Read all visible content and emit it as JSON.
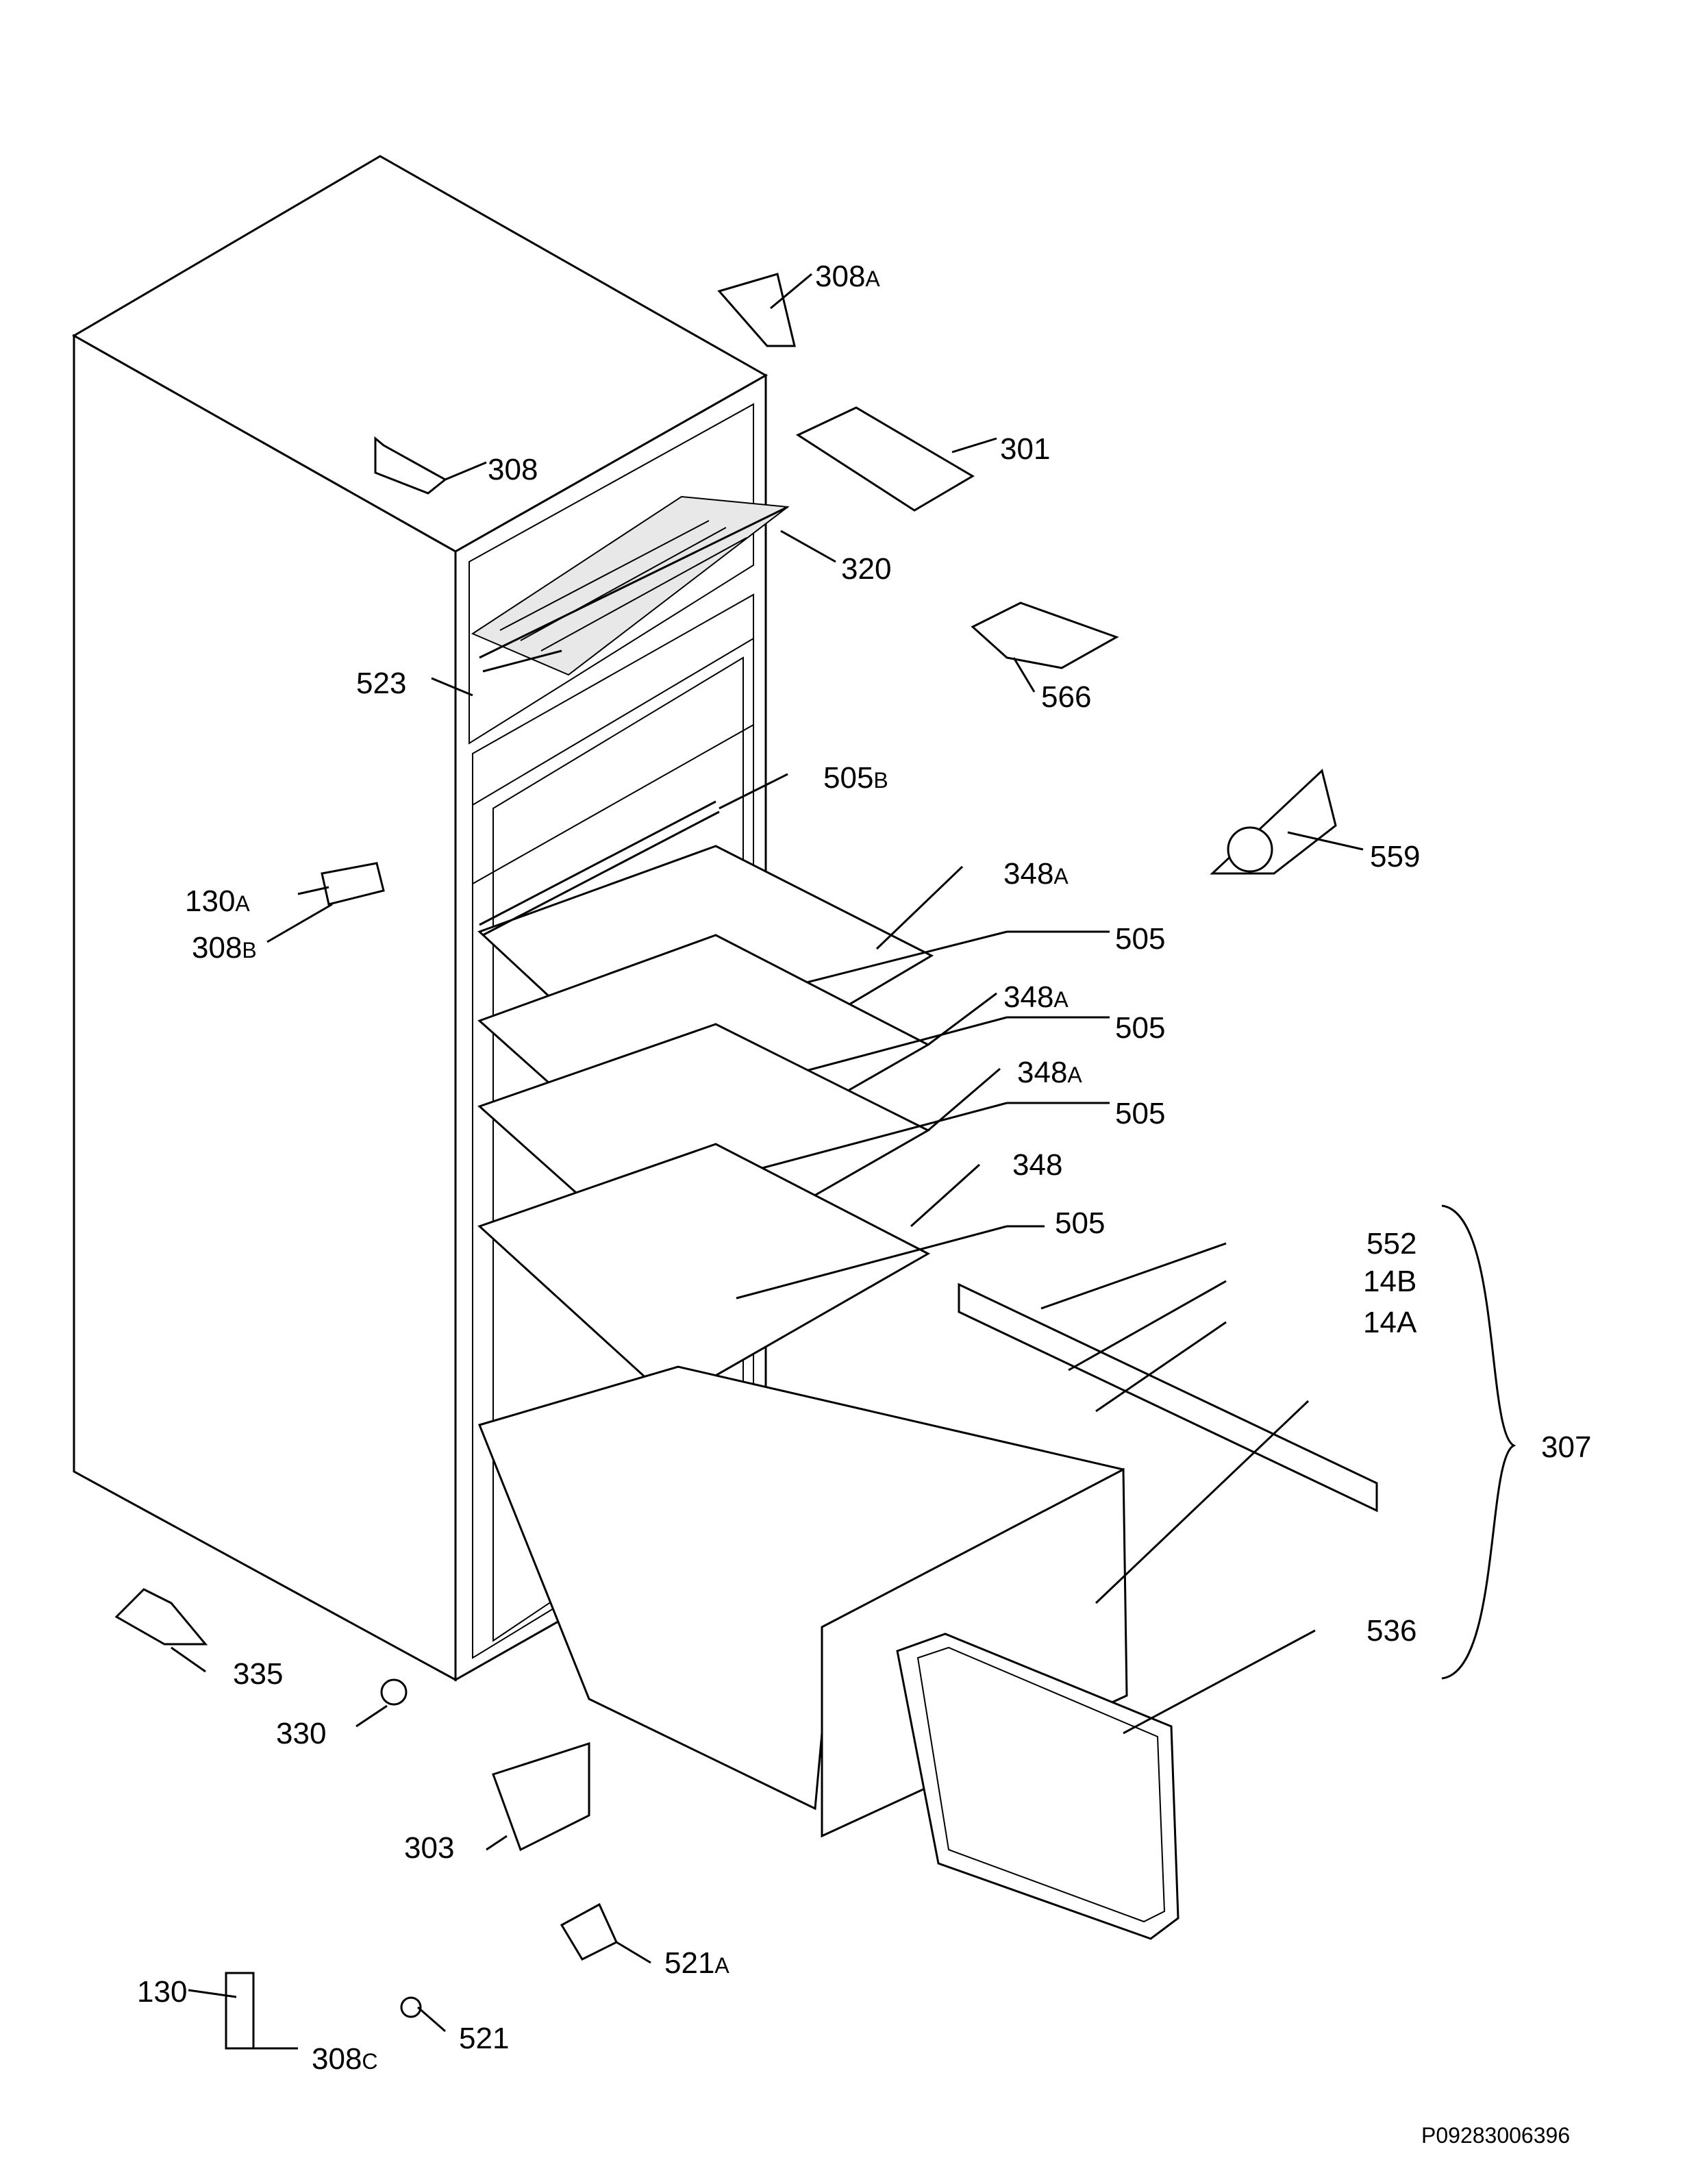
{
  "diagram": {
    "callouts": [
      {
        "id": "c-308A",
        "number": "308",
        "suffix": "A"
      },
      {
        "id": "c-301",
        "number": "301",
        "suffix": ""
      },
      {
        "id": "c-308",
        "number": "308",
        "suffix": ""
      },
      {
        "id": "c-320",
        "number": "320",
        "suffix": ""
      },
      {
        "id": "c-523",
        "number": "523",
        "suffix": ""
      },
      {
        "id": "c-566",
        "number": "566",
        "suffix": ""
      },
      {
        "id": "c-505B",
        "number": "505",
        "suffix": "B"
      },
      {
        "id": "c-559",
        "number": "559",
        "suffix": ""
      },
      {
        "id": "c-348A-1",
        "number": "348",
        "suffix": "A"
      },
      {
        "id": "c-130A",
        "number": "130",
        "suffix": "A"
      },
      {
        "id": "c-308B",
        "number": "308",
        "suffix": "B"
      },
      {
        "id": "c-505-1",
        "number": "505",
        "suffix": ""
      },
      {
        "id": "c-348A-2",
        "number": "348",
        "suffix": "A"
      },
      {
        "id": "c-505-2",
        "number": "505",
        "suffix": ""
      },
      {
        "id": "c-348A-3",
        "number": "348",
        "suffix": "A"
      },
      {
        "id": "c-505-3",
        "number": "505",
        "suffix": ""
      },
      {
        "id": "c-348",
        "number": "348",
        "suffix": ""
      },
      {
        "id": "c-505-4",
        "number": "505",
        "suffix": ""
      },
      {
        "id": "c-552",
        "number": "552",
        "suffix": ""
      },
      {
        "id": "c-14B",
        "number": "14B",
        "suffix": ""
      },
      {
        "id": "c-14A",
        "number": "14A",
        "suffix": ""
      },
      {
        "id": "c-307",
        "number": "307",
        "suffix": ""
      },
      {
        "id": "c-536",
        "number": "536",
        "suffix": ""
      },
      {
        "id": "c-335",
        "number": "335",
        "suffix": ""
      },
      {
        "id": "c-330",
        "number": "330",
        "suffix": ""
      },
      {
        "id": "c-303",
        "number": "303",
        "suffix": ""
      },
      {
        "id": "c-521A",
        "number": "521",
        "suffix": "A"
      },
      {
        "id": "c-130",
        "number": "130",
        "suffix": ""
      },
      {
        "id": "c-521",
        "number": "521",
        "suffix": ""
      },
      {
        "id": "c-308C",
        "number": "308",
        "suffix": "C"
      }
    ],
    "footer_code": "P09283006396"
  }
}
